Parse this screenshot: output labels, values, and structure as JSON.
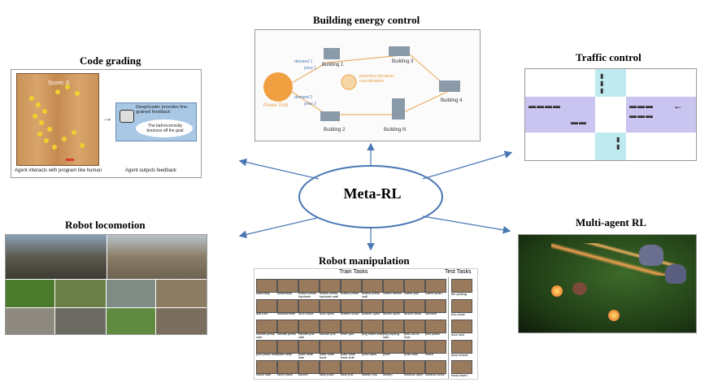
{
  "center": {
    "label": "Meta-RL"
  },
  "code_grading": {
    "title": "Code grading",
    "score_text": "Score: 0",
    "grader_text_1": "DeepGrader provides fine-grained feedback",
    "grader_text_2": "The ball incorrectly bounces off the goal",
    "caption_left": "Agent interacts with program like human",
    "caption_right": "Agent outputs feedback"
  },
  "building": {
    "title": "Building energy control",
    "power_grid": "Power Grid",
    "coordination": "potential dynamic coordination",
    "demand_1": "demand 1",
    "demand_2": "demand 2",
    "price_1": "price 1",
    "price_2": "price 2",
    "b1": "Building 1",
    "b2": "Building 2",
    "b3": "Building 3",
    "b4": "Building 4",
    "bn": "Building N"
  },
  "traffic": {
    "title": "Traffic control"
  },
  "locomotion": {
    "title": "Robot locomotion"
  },
  "multiagent": {
    "title": "Multi-agent RL"
  },
  "manipulation": {
    "title": "Robot manipulation",
    "train_header": "Train Tasks",
    "test_header": "Test Tasks",
    "rows": [
      [
        "assembly",
        "basketball",
        "button press topdown",
        "button press topdown wall",
        "button press",
        "button press wall",
        "coffee button",
        "coffee pull",
        "coffee push"
      ],
      [
        "dial turn",
        "disassemble",
        "door close",
        "door open",
        "drawer close",
        "drawer open",
        "faucet open",
        "faucet close",
        "hammer"
      ],
      [
        "handle press side",
        "handle press",
        "handle pull side",
        "handle pull",
        "lever pull",
        "peg insert side",
        "peg unplug side",
        "pick out of hole",
        "pick place"
      ],
      [
        "pick place wall",
        "plate slide",
        "plate slide side",
        "plate slide back",
        "plate slide back side",
        "push back",
        "push",
        "push wall",
        "reach"
      ],
      [
        "reach wall",
        "shelf place",
        "soccer",
        "stick push",
        "stick pull",
        "sweep into",
        "sweep",
        "window open",
        "window close"
      ]
    ],
    "test_tasks": [
      "bin picking",
      "box close",
      "door lock",
      "door unlock",
      "hand insert"
    ]
  }
}
